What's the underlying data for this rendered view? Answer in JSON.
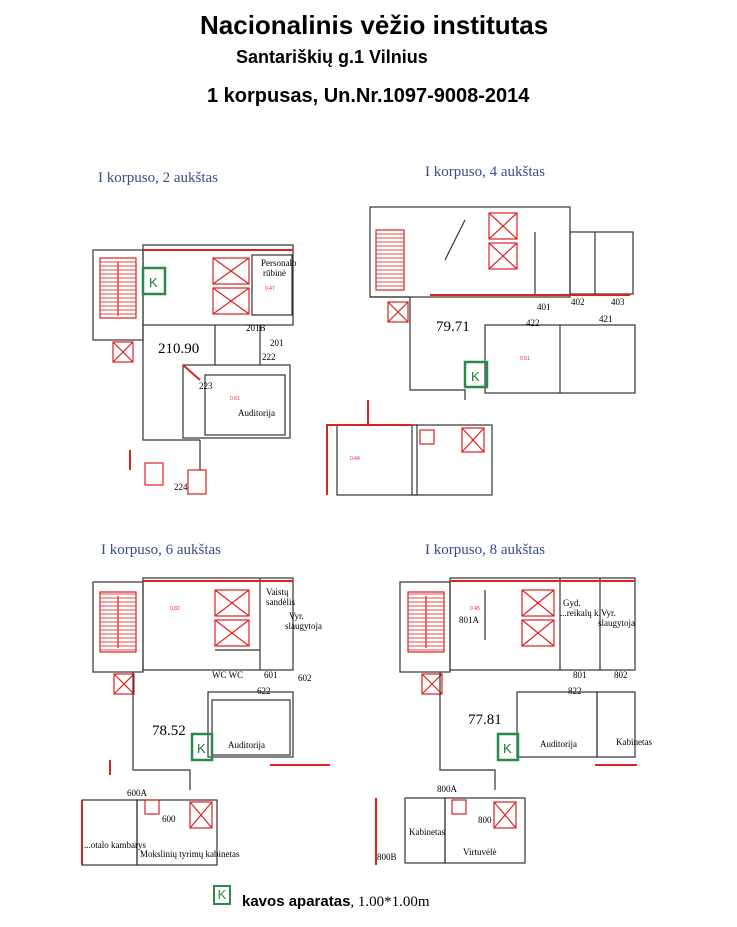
{
  "header": {
    "title": "Nacionalinis vėžio institutas",
    "address": "Santariškių g.1 Vilnius",
    "registration": "1 korpusas, Un.Nr.1097-9008-2014"
  },
  "plans": [
    {
      "title": "I korpuso, 2 aukštas",
      "area": "210.90",
      "rooms": [
        "Personalo rūbinė",
        "201",
        "201B",
        "222",
        "223",
        "Auditorija",
        "224"
      ]
    },
    {
      "title": "I korpuso, 4 aukštas",
      "area": "79.71",
      "rooms": [
        "401",
        "402",
        "403",
        "421",
        "422"
      ]
    },
    {
      "title": "I korpuso, 6 aukštas",
      "area": "78.52",
      "rooms": [
        "Vaistų sandėlis",
        "Vyr. slaugytoja",
        "WC WC",
        "601",
        "602",
        "622",
        "Auditorija",
        "600A",
        "600",
        "...otalo kambarys",
        "Mokslinių tyrimų kabinetas"
      ]
    },
    {
      "title": "I korpuso, 8 aukštas",
      "area": "77.81",
      "rooms": [
        "801A",
        "Gyd.",
        "...reikalų k.",
        "Vyr. slaugytoja",
        "801",
        "802",
        "822",
        "Auditorija",
        "Kabinetas",
        "800A",
        "800",
        "Kabinetas",
        "Virtuvėlė",
        "800B"
      ]
    }
  ],
  "legend": {
    "icon_letter": "K",
    "label": "kavos aparatas",
    "dimensions": ", 1.00*1.00m"
  },
  "colors": {
    "wall": "#333333",
    "annotation": "#dd2222",
    "highlight": "#2a8a4a",
    "plan_title": "#3a4a8a"
  }
}
